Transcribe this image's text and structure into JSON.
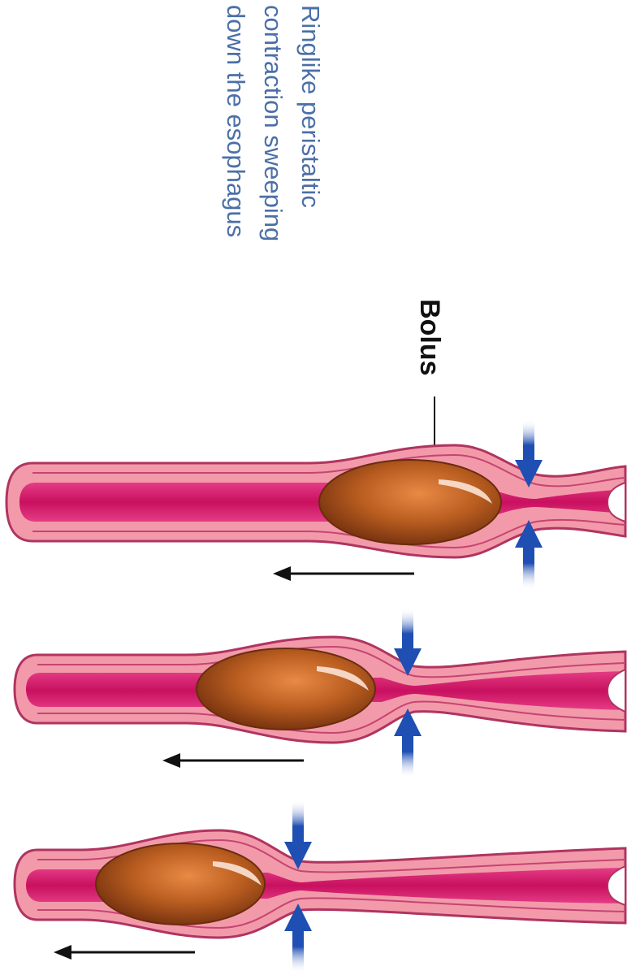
{
  "caption": {
    "lines": [
      "Ringlike peristaltic",
      "contraction sweeping",
      "down the esophagus"
    ]
  },
  "bolus_label": "Bolus",
  "colors": {
    "caption": "#4b6fa8",
    "wall": "#f08da0",
    "wall_outline": "#b83a5e",
    "lumen": "#d61a6e",
    "bolus": "#b35a1f",
    "bolus_highlight": "#f7d7c4",
    "contraction_arrow": "#1f4fb2",
    "direction_arrow": "#111111"
  },
  "stages": [
    {
      "name": "stage-1"
    },
    {
      "name": "stage-2"
    },
    {
      "name": "stage-3"
    }
  ]
}
